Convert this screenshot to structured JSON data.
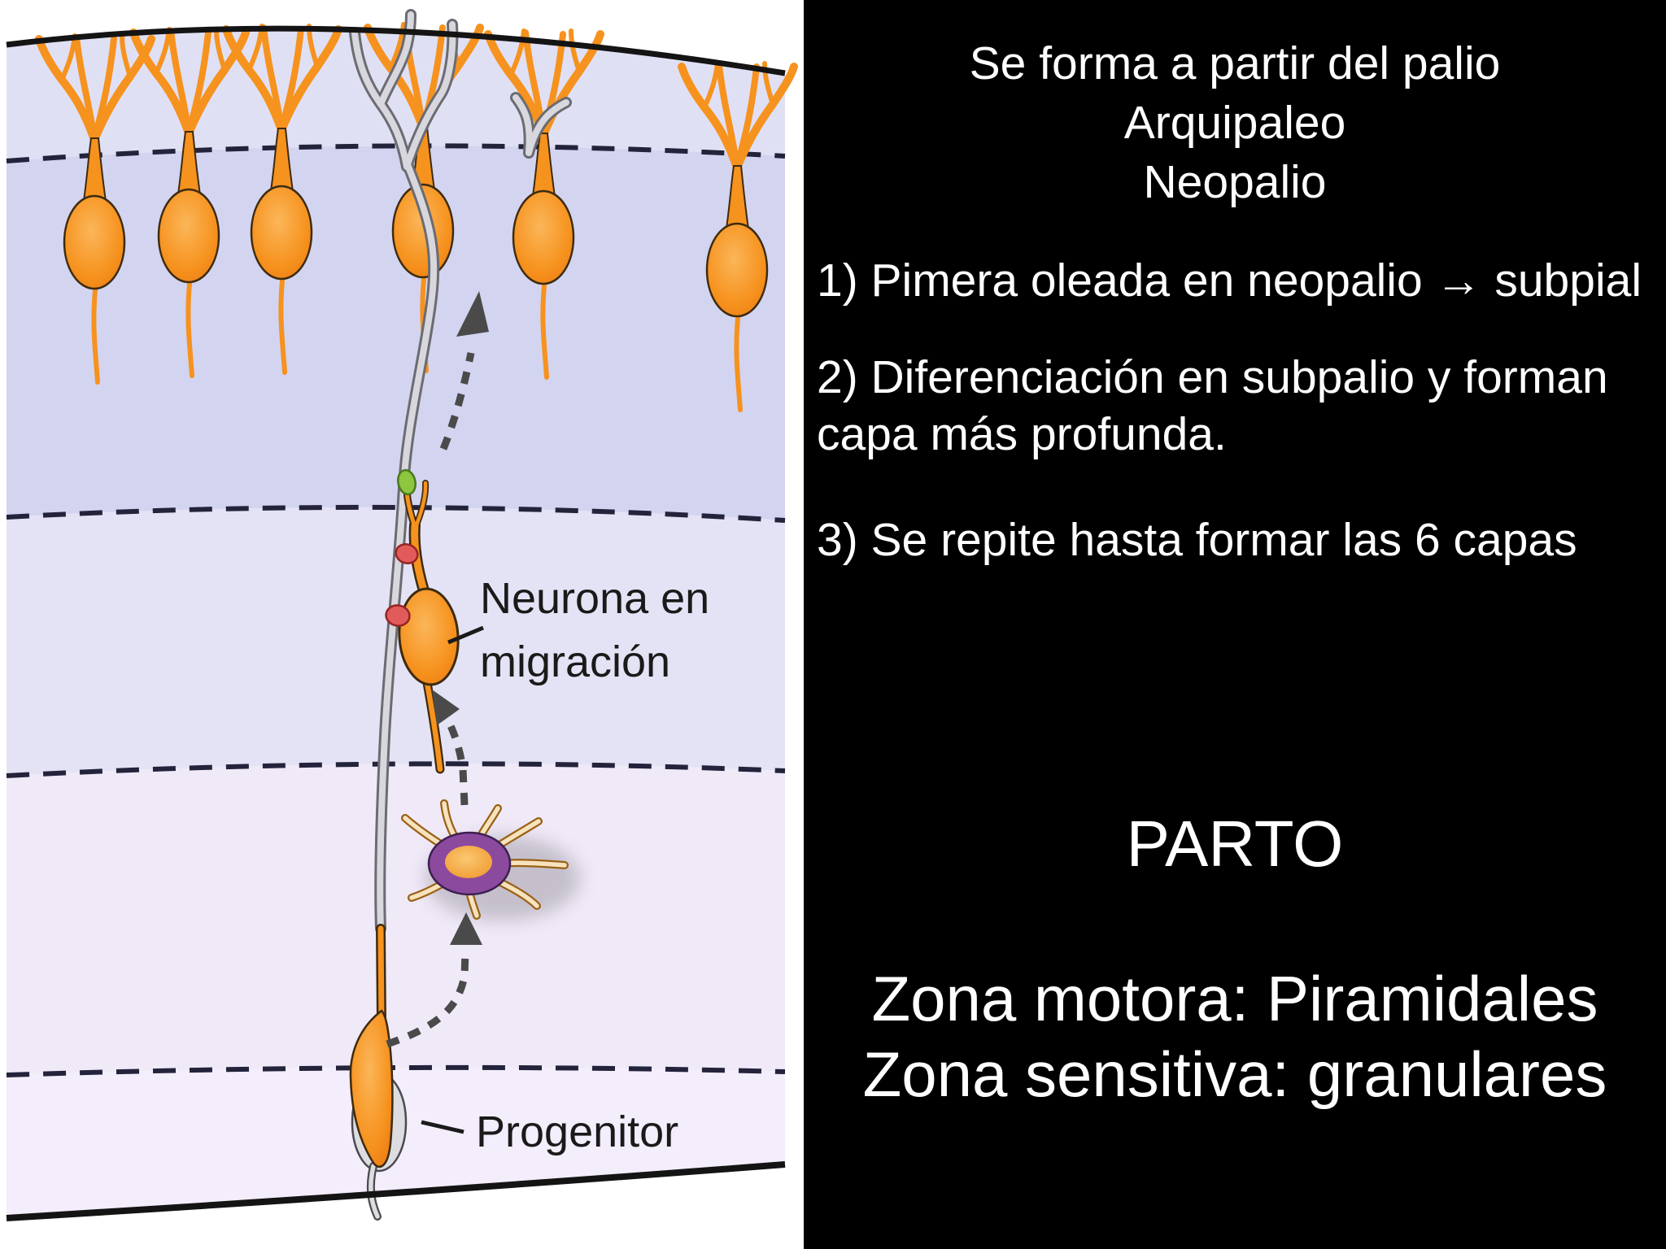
{
  "right_panel": {
    "background": "#000000",
    "text_color": "#ffffff",
    "title_lines": [
      "Se forma a partir del palio",
      "Arquipaleo",
      "Neopalio"
    ],
    "items": [
      {
        "lines": [
          "1) Pimera oleada en neopalio → subpial"
        ]
      },
      {
        "lines": [
          "2) Diferenciación en subpalio y forman",
          "capa más profunda."
        ]
      },
      {
        "lines": [
          "3) Se repite hasta formar las 6 capas"
        ]
      }
    ],
    "parto": "PARTO",
    "zona_lines": [
      "Zona motora: Piramidales",
      "Zona sensitiva: granulares"
    ]
  },
  "diagram": {
    "labels": {
      "migrating_neuron_line1": "Neurona en",
      "migrating_neuron_line2": "migración",
      "progenitor": "Progenitor"
    },
    "colors": {
      "neuron_orange": "#F6921E",
      "neuron_orange_light": "#FBB659",
      "outline_dark": "#3d2b10",
      "radial_glia_gray": "#d7d7dd",
      "adhesion_green": "#8DC63F",
      "adhesion_red": "#E25B5B",
      "multipolar_purple": "#8B4A9E",
      "band_marginal": "#e0e0f5",
      "band_cortical_plate": "#d3d4f0",
      "band_intermediate": "#e4e3f5",
      "band_subventricular": "#f0e9f8",
      "band_ventricular": "#f4edfb",
      "dashed_line": "#23233b",
      "arrow_gray": "#4a4a4a"
    }
  }
}
